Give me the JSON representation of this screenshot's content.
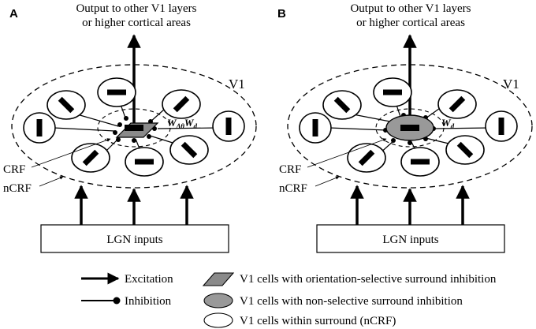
{
  "panels": [
    {
      "id": "A",
      "label": "A",
      "output_text_line1": "Output to other V1 layers",
      "output_text_line2": "or higher cortical areas",
      "region_label": "V1",
      "crf_label": "CRF",
      "ncrf_label": "nCRF",
      "weight_label_main": "W",
      "weight_sub1": "Δθ",
      "weight_label_main2": "W",
      "weight_sub2": "d",
      "input_box_label": "LGN inputs",
      "center_cell": "orientation-selective"
    },
    {
      "id": "B",
      "label": "B",
      "output_text_line1": "Output to other V1 layers",
      "output_text_line2": "or higher cortical areas",
      "region_label": "V1",
      "crf_label": "CRF",
      "ncrf_label": "nCRF",
      "weight_label_main": "W",
      "weight_sub": "d",
      "input_box_label": "LGN inputs",
      "center_cell": "non-selective"
    }
  ],
  "legend": {
    "excitation": "Excitation",
    "inhibition": "Inhibition",
    "orientation_selective": "V1 cells with orientation-selective surround inhibition",
    "non_selective": "V1 cells with non-selective surround inhibition",
    "within_surround": "V1 cells within surround (nCRF)"
  },
  "colors": {
    "line": "#000000",
    "non_selective_fill": "#999999",
    "orientation_fill": "#8a8a8a",
    "background": "#ffffff"
  }
}
